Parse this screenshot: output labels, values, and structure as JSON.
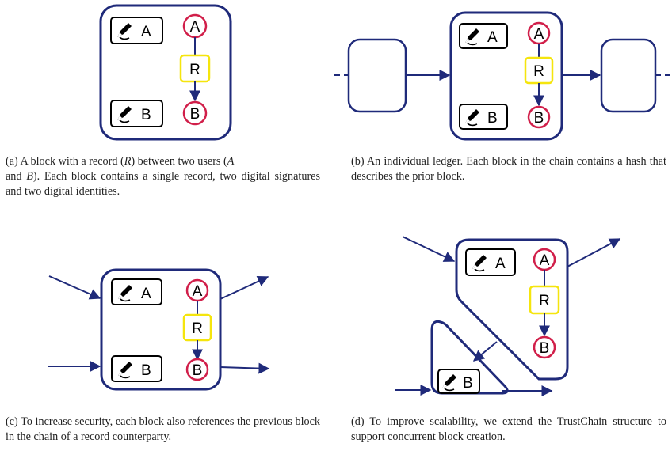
{
  "labels": {
    "user_a": "A",
    "user_b": "B",
    "record": "R"
  },
  "colors": {
    "block_border": "#1f2a7a",
    "arrow": "#1f2a7a",
    "identity_circle": "#d11f4a",
    "record_box": "#f5e50d",
    "signature_box": "#000000"
  },
  "captions": {
    "a": {
      "prefix": "(a) A block with a record (",
      "r": "R",
      "mid1": ") between two users (",
      "a": "A",
      "mid2": "and ",
      "b": "B",
      "suffix": "). Each block contains a single record, two digital signatures and two digital identities."
    },
    "b": "(b) An individual ledger. Each block in the chain contains a hash that describes the prior block.",
    "c": "(c) To increase security, each block also references the previous block in the chain of a record counterparty.",
    "d": "(d) To improve scalability, we extend the TrustChain structure to support concurrent block creation."
  }
}
